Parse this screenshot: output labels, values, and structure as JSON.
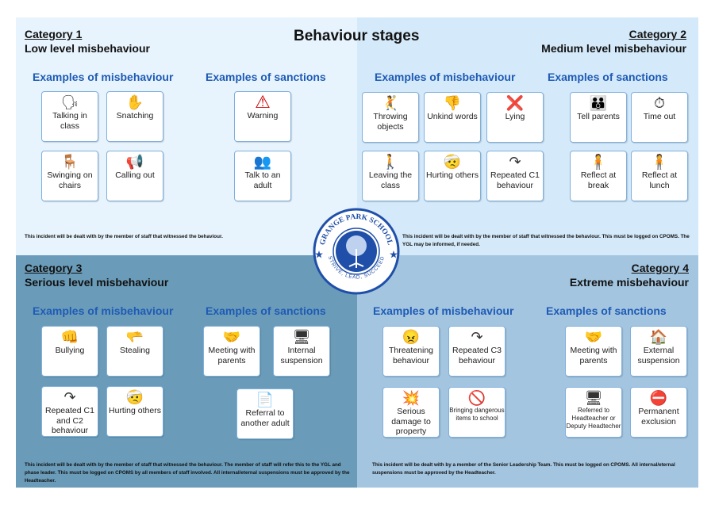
{
  "title": "Behaviour stages",
  "headings": {
    "misbehaviour": "Examples of misbehaviour",
    "sanctions": "Examples of sanctions"
  },
  "logo": {
    "name": "GRANGE PARK SCHOOL",
    "motto": "STRIVE, LEAD, SUCCEED"
  },
  "categories": [
    {
      "category": "Category 1",
      "level": "Low level misbehaviour",
      "misbehaviour": [
        {
          "label": "Talking in class",
          "icon": "talking-icon"
        },
        {
          "label": "Snatching",
          "icon": "snatching-icon"
        },
        {
          "label": "Swinging on chairs",
          "icon": "chair-icon"
        },
        {
          "label": "Calling out",
          "icon": "shouting-icon"
        }
      ],
      "sanctions": [
        {
          "label": "Warning",
          "icon": "warning-icon"
        },
        {
          "label": "Talk to an adult",
          "icon": "talk-icon"
        }
      ],
      "note": "This incident will be dealt with by the member of staff that witnessed the behaviour."
    },
    {
      "category": "Category 2",
      "level": "Medium level misbehaviour",
      "misbehaviour": [
        {
          "label": "Throwing objects",
          "icon": "throwing-icon"
        },
        {
          "label": "Unkind words",
          "icon": "thumbs-down-icon"
        },
        {
          "label": "Lying",
          "icon": "lying-icon"
        },
        {
          "label": "Leaving the class",
          "icon": "leaving-icon"
        },
        {
          "label": "Hurting others",
          "icon": "hurting-icon"
        },
        {
          "label": "Repeated C1 behaviour",
          "icon": "repeat-icon"
        }
      ],
      "sanctions": [
        {
          "label": "Tell parents",
          "icon": "tell-parents-icon"
        },
        {
          "label": "Time out",
          "icon": "timer-icon"
        },
        {
          "label": "Reflect at break",
          "icon": "reflect-icon"
        },
        {
          "label": "Reflect at lunch",
          "icon": "reflect-icon"
        }
      ],
      "note": "This incident will be dealt with by the member of staff that witnessed the behaviour. This must be logged on CPOMS. The YGL may be informed, if needed."
    },
    {
      "category": "Category 3",
      "level": "Serious level misbehaviour",
      "misbehaviour": [
        {
          "label": "Bullying",
          "icon": "bullying-icon"
        },
        {
          "label": "Stealing",
          "icon": "stealing-icon"
        },
        {
          "label": "Repeated C1 and C2 behaviour",
          "icon": "repeat-icon"
        },
        {
          "label": "Hurting others",
          "icon": "hurting-icon"
        }
      ],
      "sanctions": [
        {
          "label": "Meeting with parents",
          "icon": "meeting-icon"
        },
        {
          "label": "Internal suspension",
          "icon": "desk-icon"
        },
        {
          "label": "Referral to another adult",
          "icon": "referral-icon"
        }
      ],
      "note": "This incident will be dealt with by the member of staff that witnessed the behaviour. The member of staff will refer this to the YGL and phase leader. This must be logged on CPOMS by all members of staff involved. All internal/eternal suspensions must be approved by the Headteacher."
    },
    {
      "category": "Category 4",
      "level": "Extreme misbehaviour",
      "misbehaviour": [
        {
          "label": "Threatening behaviour",
          "icon": "threatening-icon"
        },
        {
          "label": "Repeated C3 behaviour",
          "icon": "repeat-icon"
        },
        {
          "label": "Serious damage to property",
          "icon": "damage-icon"
        },
        {
          "label": "Bringing dangerous items to school",
          "icon": "no-entry-icon"
        }
      ],
      "sanctions": [
        {
          "label": "Meeting with parents",
          "icon": "meeting-icon"
        },
        {
          "label": "External suspension",
          "icon": "house-icon"
        },
        {
          "label": "Referred to Headteacher or Deputy Headtecher",
          "icon": "desk-icon"
        },
        {
          "label": "Permanent exclusion",
          "icon": "exclusion-icon"
        }
      ],
      "note": "This incident will be dealt with by a member of the Senior Leadership Team. This must be logged on CPOMS. All internal/eternal suspensions must be approved by the Headteacher."
    }
  ]
}
